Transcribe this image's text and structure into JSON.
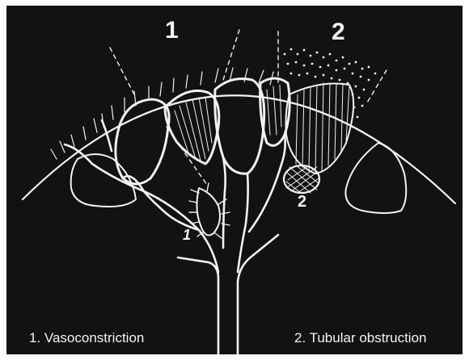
{
  "figure": {
    "region_1_number": "1",
    "region_2_number": "2",
    "marker_1": "1",
    "marker_2": "2",
    "caption_1": "1. Vasoconstriction",
    "caption_2": "2. Tubular obstruction"
  },
  "colors": {
    "background": "#121212",
    "line": "#f2f2f2"
  }
}
